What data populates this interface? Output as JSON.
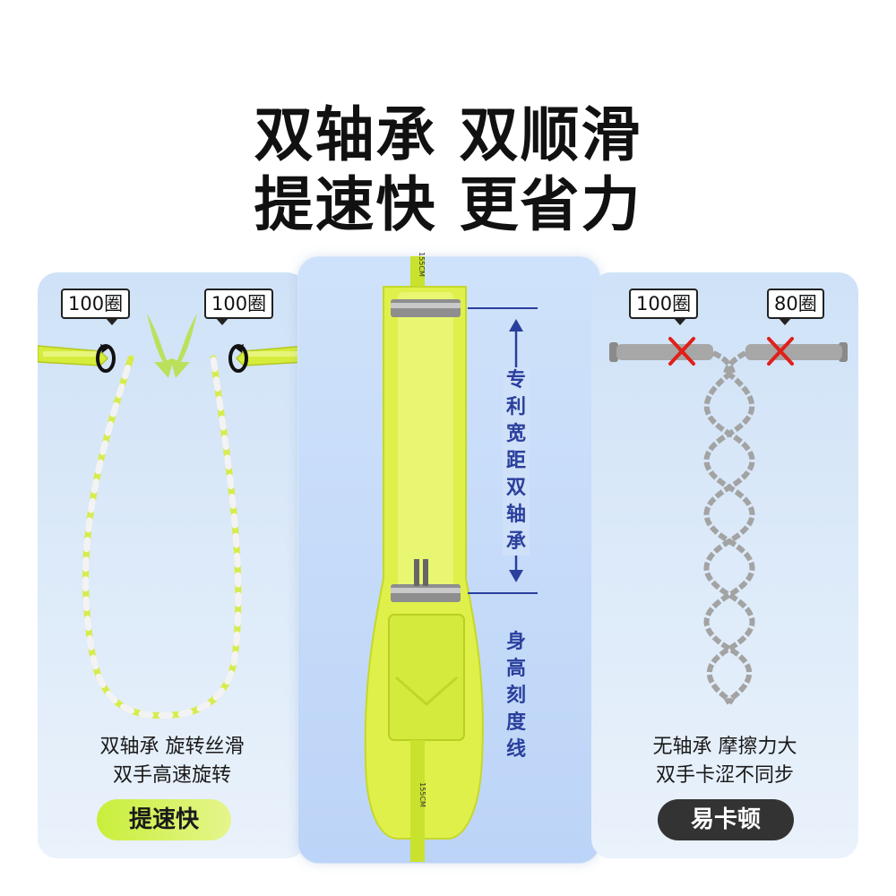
{
  "headline": {
    "line1": "双轴承 双顺滑",
    "line2": "提速快 更省力"
  },
  "left_panel": {
    "bubble_left": "100圈",
    "bubble_right": "100圈",
    "caption_line1": "双轴承 旋转丝滑",
    "caption_line2": "双手高速旋转",
    "badge": "提速快"
  },
  "center_panel": {
    "bearing_label": "专利宽距双轴承",
    "scale_label": "身高刻度线",
    "rope_mark_top": "155CM",
    "rope_mark_bottom": "155CM"
  },
  "right_panel": {
    "bubble_left": "100圈",
    "bubble_right": "80圈",
    "caption_line1": "无轴承 摩擦力大",
    "caption_line2": "双手卡涩不同步",
    "badge": "易卡顿"
  },
  "colors": {
    "accent_green": "#c8ef3b",
    "label_blue": "#2a3f9c",
    "cross_red": "#e0201a"
  }
}
